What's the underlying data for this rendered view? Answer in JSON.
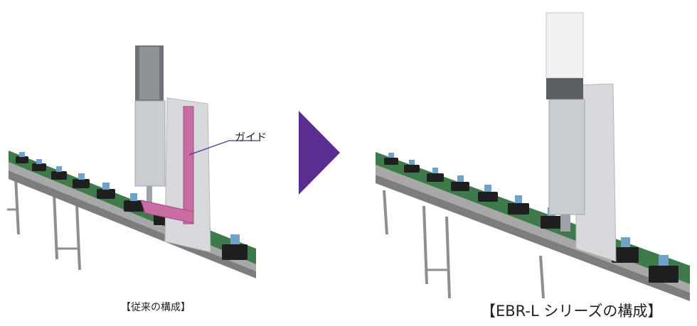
{
  "captions": {
    "before": "【従来の構成】",
    "after": "【EBR-L シリーズの構成】"
  },
  "annotation": {
    "guide_label": "ガイド"
  },
  "arrow_icon": "right-triangle-arrow",
  "colors": {
    "arrow": "#5a2d91",
    "guide_highlight": "#c86ca3",
    "conveyor_belt": "#3f7a4a",
    "rail": "#9a9a9a",
    "actuator_metal": "#c9ccd1"
  }
}
